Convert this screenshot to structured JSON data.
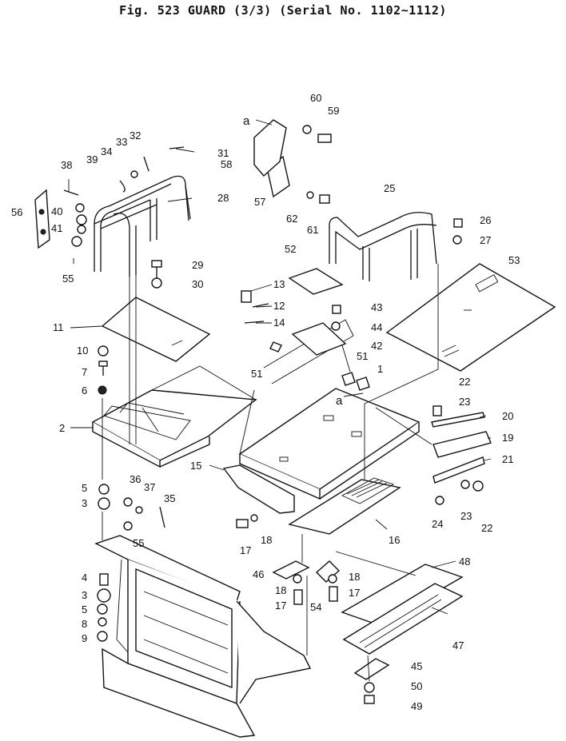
{
  "title": "Fig. 523   GUARD (3/3)   (Serial No. 1102~1112)",
  "marker_a": "a",
  "callouts": {
    "c1": "1",
    "c2": "2",
    "c3a": "3",
    "c3b": "3",
    "c4": "4",
    "c5a": "5",
    "c5b": "5",
    "c6": "6",
    "c7": "7",
    "c8": "8",
    "c9": "9",
    "c10": "10",
    "c11": "11",
    "c12": "12",
    "c13": "13",
    "c14": "14",
    "c15": "15",
    "c16": "16",
    "c17a": "17",
    "c17b": "17",
    "c17c": "17",
    "c18a": "18",
    "c18b": "18",
    "c18c": "18",
    "c19": "19",
    "c20": "20",
    "c21": "21",
    "c22a": "22",
    "c22b": "22",
    "c23a": "23",
    "c23b": "23",
    "c24": "24",
    "c25": "25",
    "c26": "26",
    "c27": "27",
    "c28": "28",
    "c29": "29",
    "c30": "30",
    "c31": "31",
    "c32": "32",
    "c33": "33",
    "c34": "34",
    "c35": "35",
    "c36": "36",
    "c37": "37",
    "c38": "38",
    "c39": "39",
    "c40": "40",
    "c41": "41",
    "c42": "42",
    "c43": "43",
    "c44": "44",
    "c45": "45",
    "c46": "46",
    "c47": "47",
    "c48": "48",
    "c49": "49",
    "c50": "50",
    "c51a": "51",
    "c51b": "51",
    "c52": "52",
    "c53": "53",
    "c54": "54",
    "c55a": "55",
    "c55b": "55",
    "c56": "56",
    "c57": "57",
    "c58": "58",
    "c59": "59",
    "c60": "60",
    "c61": "61",
    "c62": "62"
  }
}
